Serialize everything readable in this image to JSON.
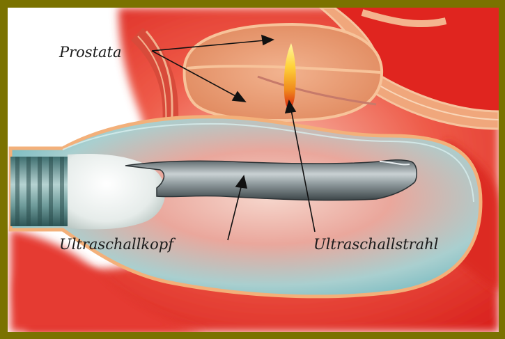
{
  "labels": {
    "prostata": "Prostata",
    "ultraschallkopf": "Ultraschallkopf",
    "ultraschallstrahl": "Ultraschallstrahl"
  },
  "colors": {
    "frame": "#7a7200",
    "tissue_red": "#e8302a",
    "prostate": "#e9a27a",
    "cavity": "#7fc0c4"
  }
}
